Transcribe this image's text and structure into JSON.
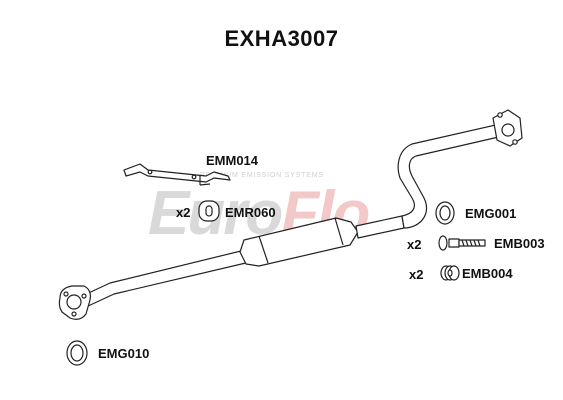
{
  "title": "EXHA3007",
  "watermark": {
    "brand_left": "Euro",
    "brand_right": "Flo",
    "tagline": "PREMIUM EMISSION SYSTEMS"
  },
  "parts": {
    "main_pipe": {
      "code": ""
    },
    "bracket": {
      "code": "EMM014"
    },
    "rubber_mount": {
      "qty": "x2",
      "code": "EMR060"
    },
    "gasket_round": {
      "code": "EMG001"
    },
    "bolt": {
      "qty": "x2",
      "code": "EMB003"
    },
    "spring": {
      "qty": "x2",
      "code": "EMB004"
    },
    "front_gasket": {
      "code": "EMG010"
    }
  },
  "colors": {
    "outline": "#222222",
    "fill": "#ffffff",
    "watermark": "#d9d9d9",
    "watermark_accent": "#f2c8c8"
  }
}
